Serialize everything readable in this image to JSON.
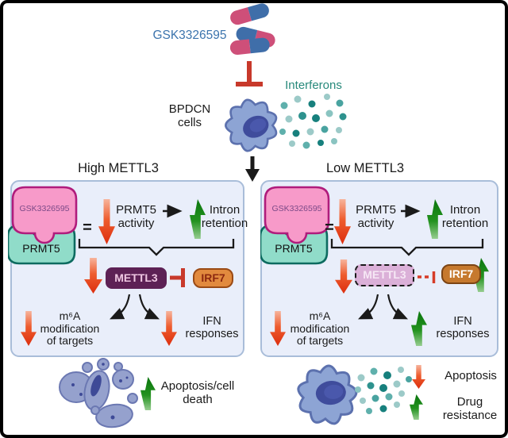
{
  "top": {
    "drug_label": "GSK3326595",
    "interferons_label": "Interferons",
    "bpdcn_lines": [
      "BPDCN",
      "cells"
    ]
  },
  "panels": {
    "high": {
      "title": "High METTL3",
      "complex_drug": "GSK3326595",
      "complex_enzyme": "PRMT5",
      "equals": "=",
      "activity_lines": [
        "PRMT5",
        "activity"
      ],
      "intron_lines": [
        "Intron",
        "retention"
      ],
      "mettl3": "METTL3",
      "irf7": "IRF7",
      "m6a_lines": [
        "m⁶A",
        "modification",
        "of targets"
      ],
      "ifn_lines": [
        "IFN",
        "responses"
      ]
    },
    "low": {
      "title": "Low METTL3",
      "complex_drug": "GSK3326595",
      "complex_enzyme": "PRMT5",
      "equals": "=",
      "activity_lines": [
        "PRMT5",
        "activity"
      ],
      "intron_lines": [
        "Intron",
        "retention"
      ],
      "mettl3": "METTL3",
      "irf7": "IRF7",
      "m6a_lines": [
        "m⁶A",
        "modification",
        "of targets"
      ],
      "ifn_lines": [
        "IFN",
        "responses"
      ]
    }
  },
  "bottom": {
    "apoptosis_death_lines": [
      "Apoptosis/cell",
      "death"
    ],
    "apoptosis_label": "Apoptosis",
    "drug_resistance_lines": [
      "Drug",
      "resistance"
    ]
  },
  "colors": {
    "drug_label": "#3c74ad",
    "interferons_label": "#27897b",
    "red_arrow": "#dc2e0e",
    "green_arrow": "#0a750d",
    "inhibition_red": "#c8392b",
    "panel_bg": "#e9eefa",
    "mettl3_box": "#5d2155",
    "irf7_box": "#e28a3e",
    "gsk_blob": "#f79ac9",
    "prmt5_blob": "#90dcc9"
  }
}
